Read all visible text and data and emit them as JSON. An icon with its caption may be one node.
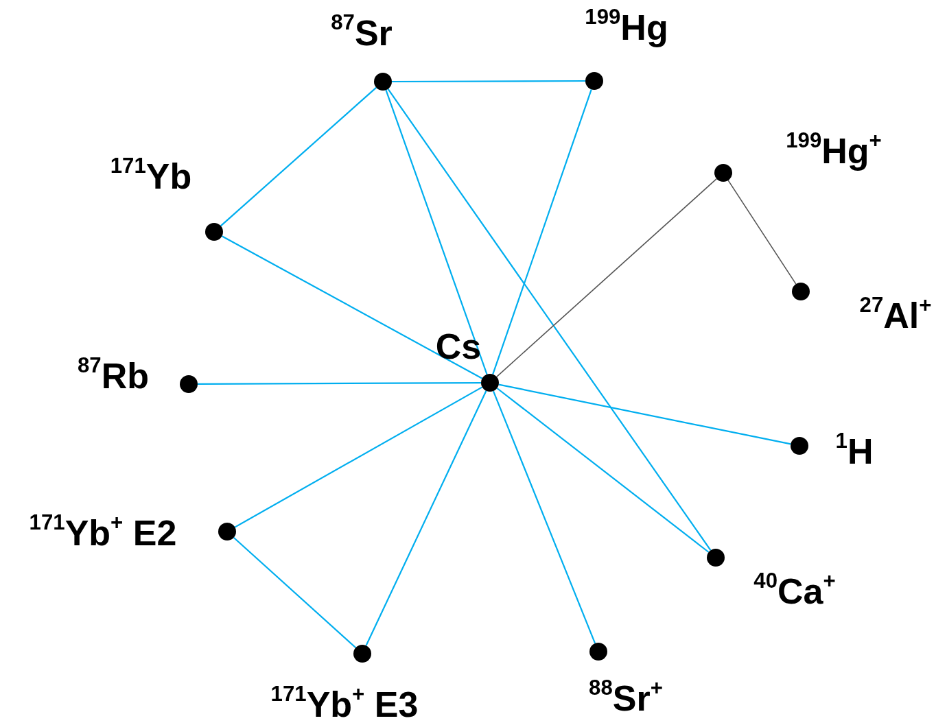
{
  "diagram": {
    "nodes": [
      {
        "text": [
          "$^{87}$Sr"
        ]
      },
      {
        "text": [
          "$^{199}$Hg"
        ]
      },
      {
        "text": [
          "$^{199}$Hg$^{+}$"
        ]
      },
      {
        "text": [
          "$^{171}$Yb"
        ]
      },
      {
        "text": [
          "$^{27}$Al$^{+}$"
        ]
      },
      {
        "text": [
          "Cs"
        ]
      },
      {
        "text": [
          "$^{87}$Rb"
        ]
      },
      {
        "text": [
          "$^{1}$H"
        ]
      },
      {
        "text": [
          "$^{171}$Yb$^{+}$ E2"
        ]
      },
      {
        "text": [
          "$^{40}$Ca$^{+}$"
        ]
      },
      {
        "text": [
          "$^{171}$Yb$^{+}$ E3"
        ]
      },
      {
        "text": [
          "$^{88}$Sr$^{+}$"
        ]
      }
    ],
    "edges": [
      {
        "from": 0,
        "to": 1,
        "arrow": "none"
      },
      {
        "from": 0,
        "to": 3,
        "arrow": "none"
      },
      {
        "from": 0,
        "to": 5,
        "arrow": "none"
      },
      {
        "from": 0,
        "to": 9,
        "arrow": "none"
      },
      {
        "from": 1,
        "to": 5,
        "arrow": "none"
      },
      {
        "from": 3,
        "to": 5,
        "arrow": "none"
      },
      {
        "from": 6,
        "to": 5,
        "arrow": "none"
      },
      {
        "from": 5,
        "to": 7,
        "arrow": "none"
      },
      {
        "from": 5,
        "to": 9,
        "arrow": "none"
      },
      {
        "from": 5,
        "to": 8,
        "arrow": "none"
      },
      {
        "from": 5,
        "to": 10,
        "arrow": "none"
      },
      {
        "from": 5,
        "to": 11,
        "arrow": "none"
      },
      {
        "from": 8,
        "to": 10,
        "arrow": "none"
      },
      {
        "from": 2,
        "to": 5,
        "arrow": "none",
        "color": "#555555"
      },
      {
        "from": 2,
        "to": 4,
        "arrow": "none",
        "color": "#555555"
      }
    ]
  }
}
